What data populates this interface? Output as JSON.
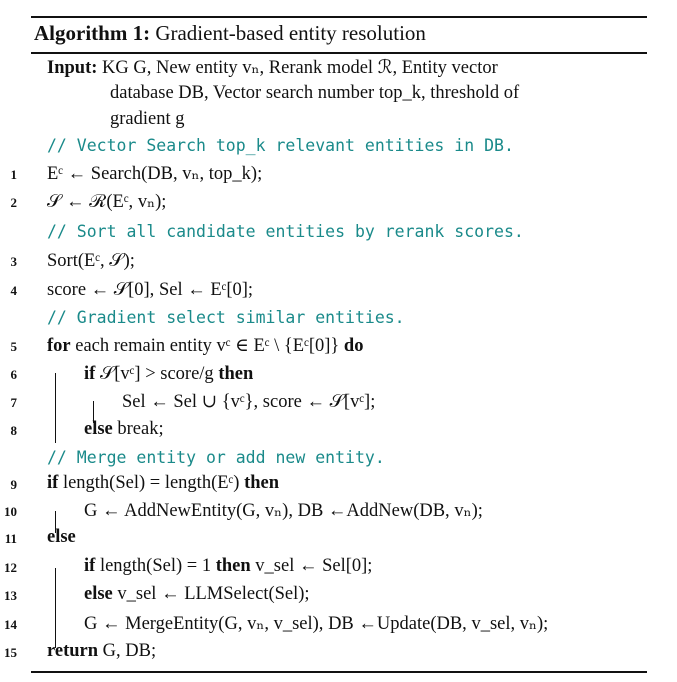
{
  "algorithm": {
    "label": "Algorithm 1:",
    "title": "Gradient-based entity resolution"
  },
  "input": {
    "keyword": "Input:",
    "line1": "KG G, New entity vₙ, Rerank model ℛ, Entity vector",
    "line2": "database DB, Vector search number top_k, threshold of",
    "line3": "gradient g"
  },
  "lines": [
    {
      "kind": "comment",
      "text": "// Vector Search top_k relevant entities in DB."
    },
    {
      "kind": "code",
      "num": "1",
      "indent": 0,
      "text": "Eᶜ ← Search(DB, vₙ, top_k);"
    },
    {
      "kind": "code",
      "num": "2",
      "indent": 0,
      "text": "𝒮 ← ℛ(Eᶜ, vₙ);"
    },
    {
      "kind": "comment",
      "text": "// Sort all candidate entities by rerank scores."
    },
    {
      "kind": "code",
      "num": "3",
      "indent": 0,
      "text": "Sort(Eᶜ, 𝒮);"
    },
    {
      "kind": "code",
      "num": "4",
      "indent": 0,
      "text": "score ← 𝒮[0], Sel ← Eᶜ[0];"
    },
    {
      "kind": "comment",
      "text": "// Gradient select similar entities."
    },
    {
      "kind": "code",
      "num": "5",
      "indent": 0,
      "text": "for each remain entity vᶜ ∈ Eᶜ \\ {Eᶜ[0]} do"
    },
    {
      "kind": "code",
      "num": "6",
      "indent": 1,
      "text": "if 𝒮[vᶜ] > score/g then"
    },
    {
      "kind": "code",
      "num": "7",
      "indent": 2,
      "text": "Sel ← Sel ∪ {vᶜ}, score ← 𝒮[vᶜ];"
    },
    {
      "kind": "code",
      "num": "8",
      "indent": 1,
      "text": "else break;"
    },
    {
      "kind": "comment",
      "text": "// Merge entity or add new entity."
    },
    {
      "kind": "code",
      "num": "9",
      "indent": 0,
      "text": "if length(Sel) = length(Eᶜ) then"
    },
    {
      "kind": "code",
      "num": "10",
      "indent": 1,
      "text": "G ← AddNewEntity(G, vₙ), DB ←AddNew(DB, vₙ);"
    },
    {
      "kind": "code",
      "num": "11",
      "indent": 0,
      "text": "else"
    },
    {
      "kind": "code",
      "num": "12",
      "indent": 1,
      "text": "if length(Sel) = 1 then v_sel ← Sel[0];"
    },
    {
      "kind": "code",
      "num": "13",
      "indent": 1,
      "text": "else v_sel ← LLMSelect(Sel);"
    },
    {
      "kind": "code",
      "num": "14",
      "indent": 1,
      "text": "G ← MergeEntity(G, vₙ, v_sel), DB ←Update(DB, v_sel, vₙ);"
    },
    {
      "kind": "code",
      "num": "15",
      "indent": 0,
      "text": "return G, DB;"
    }
  ]
}
